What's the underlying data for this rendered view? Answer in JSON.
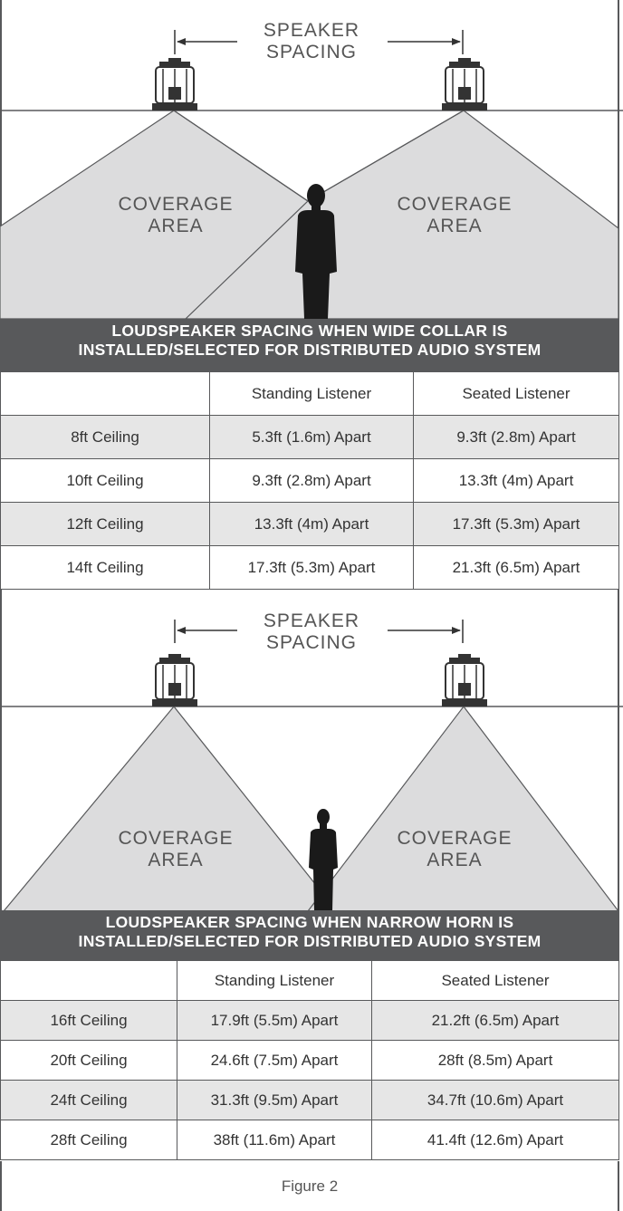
{
  "top": {
    "spacing_label_line1": "SPEAKER",
    "spacing_label_line2": "SPACING",
    "coverage_line1": "COVERAGE",
    "coverage_line2": "AREA",
    "banner_line1": "LOUDSPEAKER SPACING WHEN WIDE COLLAR IS",
    "banner_line2": "INSTALLED/SELECTED FOR DISTRIBUTED AUDIO SYSTEM",
    "headers": [
      "",
      "Standing Listener",
      "Seated Listener"
    ],
    "rows": [
      [
        "8ft Ceiling",
        "5.3ft (1.6m) Apart",
        "9.3ft (2.8m) Apart"
      ],
      [
        "10ft Ceiling",
        "9.3ft (2.8m) Apart",
        "13.3ft (4m) Apart"
      ],
      [
        "12ft Ceiling",
        "13.3ft (4m) Apart",
        "17.3ft (5.3m) Apart"
      ],
      [
        "14ft Ceiling",
        "17.3ft (5.3m) Apart",
        "21.3ft (6.5m) Apart"
      ]
    ]
  },
  "bottom": {
    "spacing_label_line1": "SPEAKER",
    "spacing_label_line2": "SPACING",
    "coverage_line1": "COVERAGE",
    "coverage_line2": "AREA",
    "banner_line1": "LOUDSPEAKER SPACING WHEN NARROW HORN IS",
    "banner_line2": "INSTALLED/SELECTED FOR DISTRIBUTED AUDIO SYSTEM",
    "headers": [
      "",
      "Standing Listener",
      "Seated Listener"
    ],
    "rows": [
      [
        "16ft Ceiling",
        "17.9ft (5.5m) Apart",
        "21.2ft (6.5m) Apart"
      ],
      [
        "20ft Ceiling",
        "24.6ft (7.5m) Apart",
        "28ft (8.5m) Apart"
      ],
      [
        "24ft Ceiling",
        "31.3ft (9.5m) Apart",
        "34.7ft (10.6m) Apart"
      ],
      [
        "28ft Ceiling",
        "38ft (11.6m) Apart",
        "41.4ft (12.6m) Apart"
      ]
    ]
  },
  "caption": "Figure 2",
  "colors": {
    "banner": "#58595b",
    "coverage": "#dcdcdd",
    "row_shade": "#e6e6e6"
  }
}
